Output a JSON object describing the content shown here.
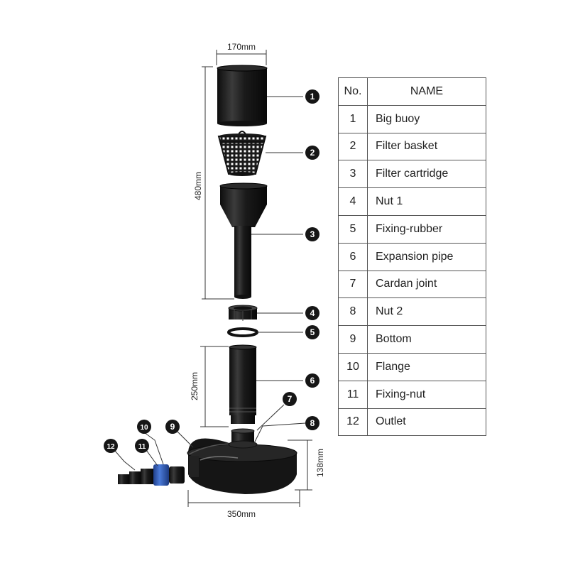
{
  "dimensions": {
    "top_width": "170mm",
    "upper_height": "480mm",
    "pipe_height": "250mm",
    "base_height": "138mm",
    "base_width": "350mm"
  },
  "callouts": [
    "1",
    "2",
    "3",
    "4",
    "5",
    "6",
    "7",
    "8",
    "9",
    "10",
    "11",
    "12"
  ],
  "table": {
    "headers": [
      "No.",
      "NAME"
    ],
    "rows": [
      {
        "no": "1",
        "name": "Big buoy"
      },
      {
        "no": "2",
        "name": "Filter basket"
      },
      {
        "no": "3",
        "name": "Filter cartridge"
      },
      {
        "no": "4",
        "name": "Nut 1"
      },
      {
        "no": "5",
        "name": "Fixing-rubber"
      },
      {
        "no": "6",
        "name": "Expansion pipe"
      },
      {
        "no": "7",
        "name": "Cardan joint"
      },
      {
        "no": "8",
        "name": "Nut 2"
      },
      {
        "no": "9",
        "name": "Bottom"
      },
      {
        "no": "10",
        "name": "Flange"
      },
      {
        "no": "11",
        "name": "Fixing-nut"
      },
      {
        "no": "12",
        "name": "Outlet"
      }
    ]
  },
  "colors": {
    "part": "#161616",
    "highlight": "#555555",
    "nut_blue": "#2f5fbf",
    "line": "#333333"
  }
}
